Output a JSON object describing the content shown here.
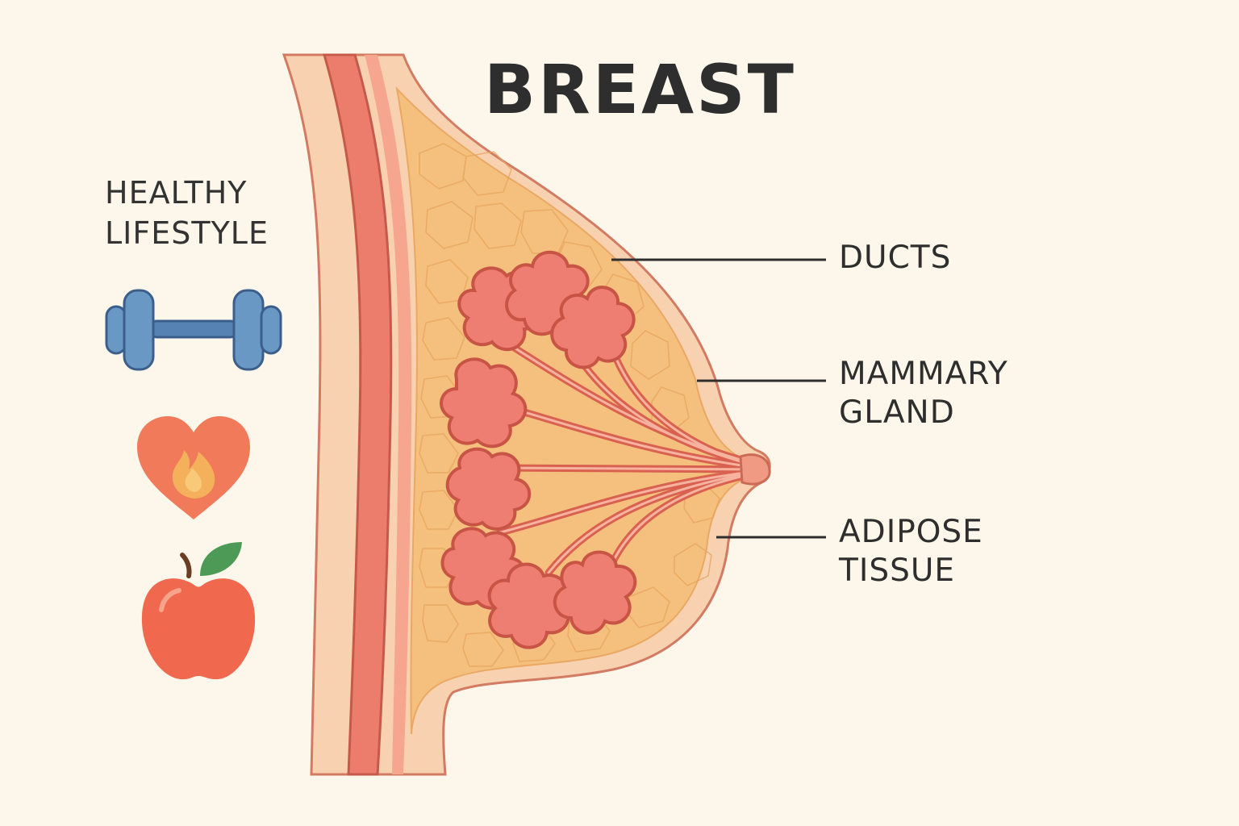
{
  "title": "BREAST",
  "sidebar": {
    "heading_line1": "HEALTHY",
    "heading_line2": "LIFESTYLE",
    "icons": [
      "dumbbell-icon",
      "heart-flame-icon",
      "apple-icon"
    ]
  },
  "labels": {
    "ducts": "DUCTS",
    "gland_line1": "MAMMARY",
    "gland_line2": "GLAND",
    "adipose_line1": "ADIPOSE",
    "adipose_line2": "TISSUE"
  },
  "colors": {
    "background": "#fdf6ea",
    "skin": "#f8d2b0",
    "muscle": "#ec7d6d",
    "fat": "#f5c07d",
    "gland": "#ef7e72",
    "outline": "#cc6b55",
    "dumbbell": "#6a98c4",
    "heart": "#f07a5a",
    "apple": "#f0694e",
    "leaf": "#4c9a55"
  }
}
